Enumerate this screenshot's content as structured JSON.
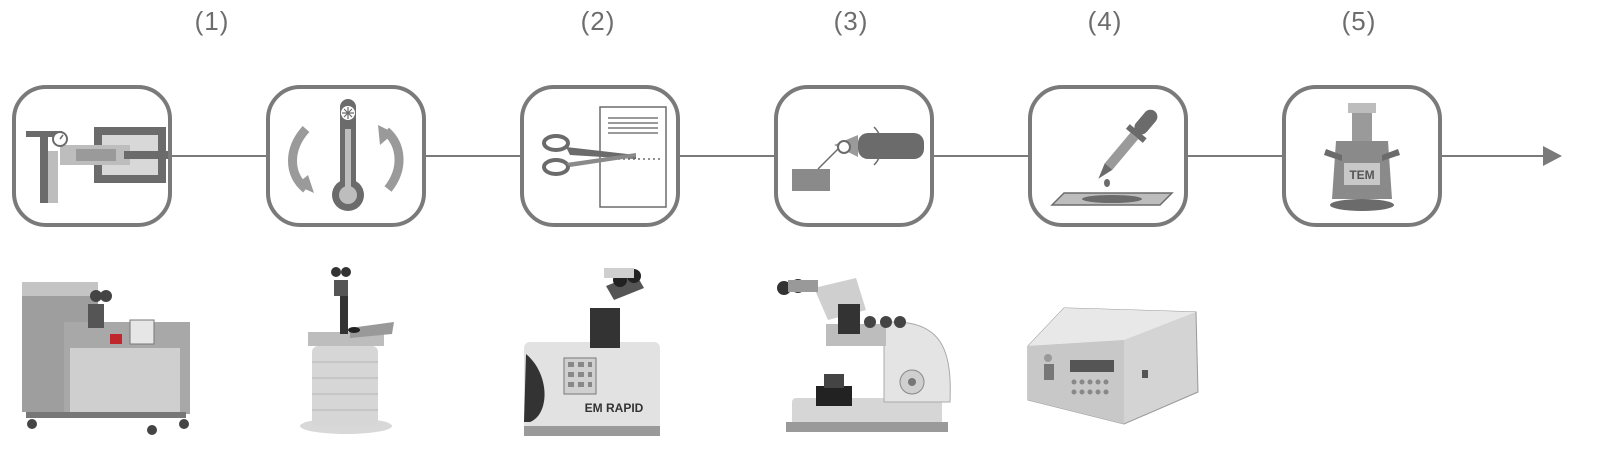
{
  "steps": [
    {
      "number": "(1)",
      "icon": "high-pressure-freezer-icon",
      "device": "high-pressure-freezer"
    },
    {
      "number": "",
      "icon": "freeze-substitution-thermometer-icon",
      "device": "stereo-microscope-on-dewar"
    },
    {
      "number": "(2)",
      "icon": "scissors-trimming-icon",
      "device": "trimming-machine"
    },
    {
      "number": "(3)",
      "icon": "ultramicrotome-knife-icon",
      "device": "ultramicrotome"
    },
    {
      "number": "(4)",
      "icon": "pipette-staining-icon",
      "device": "contrasting-stainer"
    },
    {
      "number": "(5)",
      "icon": "tem-microscope-icon",
      "device": ""
    }
  ],
  "labels": {
    "tem_icon_text": "TEM",
    "trimmer_device_text": "EM RAPID"
  },
  "colors": {
    "outline": "#7a7a7a",
    "icon_dark": "#6b6b6b",
    "icon_light": "#bdbdbd",
    "accent_red": "#c0272d"
  }
}
